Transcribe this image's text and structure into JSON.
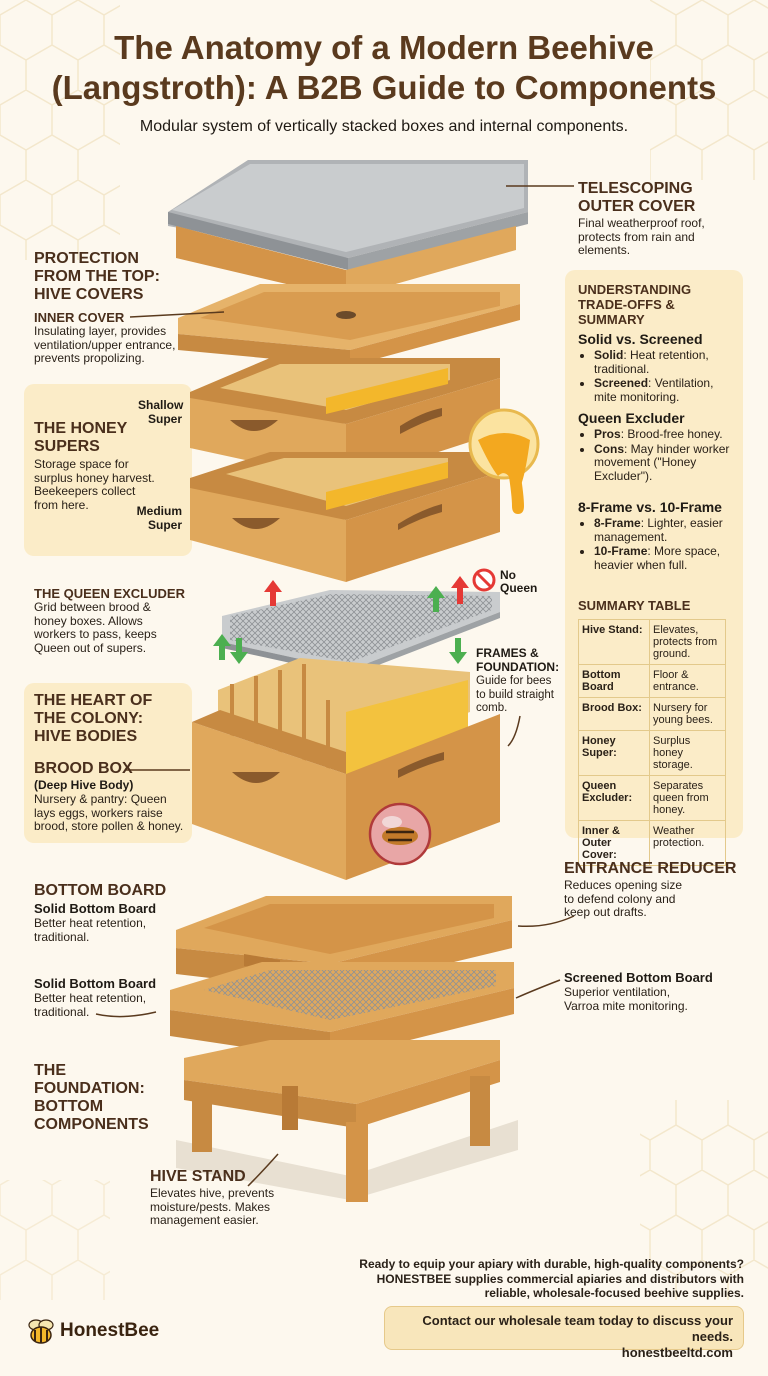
{
  "title": {
    "line1": "The Anatomy of a Modern Beehive",
    "line2": "(Langstroth): A B2B Guide to Components"
  },
  "subtitle": "Modular system of vertically stacked boxes and internal components.",
  "left": {
    "protection": {
      "heading": [
        "PROTECTION",
        "FROM THE TOP:",
        "HIVE COVERS"
      ],
      "inner_cover_title": "INNER COVER",
      "inner_cover_text": [
        "Insulating layer, provides",
        "ventilation/upper entrance,",
        "prevents propolizing."
      ]
    },
    "supers": {
      "heading": [
        "THE HONEY",
        "SUPERS"
      ],
      "text": [
        "Storage space for",
        "surplus honey harvest.",
        "Beekeepers collect",
        "from here."
      ],
      "shallow": [
        "Shallow",
        "Super"
      ],
      "medium": [
        "Medium",
        "Super"
      ]
    },
    "excluder": {
      "heading": "THE QUEEN EXCLUDER",
      "text": [
        "Grid between brood &",
        "honey boxes. Allows",
        "workers to pass, keeps",
        "Queen out of supers."
      ]
    },
    "heart": {
      "heading": [
        "THE HEART OF",
        "THE COLONY:",
        "HIVE BODIES"
      ],
      "brood_title": "BROOD BOX",
      "brood_sub": "(Deep Hive Body)",
      "brood_text": [
        "Nursery & pantry: Queen",
        "lays eggs, workers raise",
        "brood, store pollen & honey."
      ]
    },
    "bottom": {
      "heading": "BOTTOM BOARD",
      "solid1_title": "Solid Bottom Board",
      "solid1_text": [
        "Better heat retention,",
        "traditional."
      ],
      "solid2_title": "Solid Bottom Board",
      "solid2_text": [
        "Better heat retention,",
        "traditional."
      ]
    },
    "foundation": {
      "heading": [
        "THE",
        "FOUNDATION:",
        "BOTTOM",
        "COMPONENTS"
      ]
    },
    "stand": {
      "heading": "HIVE STAND",
      "text": [
        "Elevates hive, prevents",
        "moisture/pests. Makes",
        "management easier."
      ]
    }
  },
  "right": {
    "outer_cover": {
      "heading": [
        "TELESCOPING",
        "OUTER COVER"
      ],
      "text": [
        "Final weatherproof roof,",
        "protects from rain and",
        "elements."
      ]
    },
    "summary": {
      "heading": [
        "UNDERSTANDING",
        "TRADE-OFFS & SUMMARY"
      ],
      "solid_vs_screened": "Solid vs. Screened",
      "sv_items": [
        {
          "k": "Solid",
          "v": ": Heat retention,",
          "v2": "traditional."
        },
        {
          "k": "Screened",
          "v": ": Ventilation,",
          "v2": "mite monitoring."
        }
      ],
      "excluder_title": "Queen Excluder",
      "ex_items": [
        {
          "k": "Pros",
          "v": ": Brood-free honey.",
          "v2": ""
        },
        {
          "k": "Cons",
          "v": ": May hinder worker",
          "v2": "movement (\"Honey",
          "v3": "Excluder\")."
        }
      ],
      "frame_title": "8-Frame vs. 10-Frame",
      "fr_items": [
        {
          "k": "8-Frame",
          "v": ": Lighter, easier",
          "v2": "management."
        },
        {
          "k": "10-Frame",
          "v": ": More space,",
          "v2": "heavier when full."
        }
      ],
      "table_title": "SUMMARY TABLE",
      "table": [
        {
          "k": "Hive Stand:",
          "v": [
            "Elevates,",
            "protects from ground."
          ]
        },
        {
          "k": "Bottom Board",
          "v": [
            "Floor &",
            "entrance."
          ]
        },
        {
          "k": "Brood Box:",
          "v": [
            "Nursery for",
            "young bees."
          ]
        },
        {
          "k": "Honey Super:",
          "v": [
            "Surplus",
            "honey storage."
          ]
        },
        {
          "k": "Queen Excluder:",
          "v": [
            "Separates",
            "queen from",
            "honey."
          ]
        },
        {
          "k": "Inner & Outer Cover:",
          "v": [
            "Weather",
            "protection."
          ]
        }
      ]
    },
    "no_queen": [
      "No",
      "Queen"
    ],
    "frames": {
      "heading": [
        "FRAMES &",
        "FOUNDATION:"
      ],
      "text": [
        "Guide for bees",
        "to build straight",
        "comb."
      ]
    },
    "reducer": {
      "heading": "ENTRANCE REDUCER",
      "text": [
        "Reduces opening size",
        "to defend colony and",
        "keep out drafts."
      ]
    },
    "screened": {
      "title": "Screened Bottom Board",
      "text": [
        "Superior ventilation,",
        "Varroa mite monitoring."
      ]
    }
  },
  "footer": {
    "pitch": [
      "Ready to equip your apiary with durable, high-quality components?",
      "HONESTBEE supplies commercial apiaries and distributors with",
      "reliable, wholesale-focused beehive supplies."
    ],
    "cta": "Contact our wholesale team today to discuss your needs.",
    "url": "honestbeeltd.com",
    "logo": "HonestBee"
  },
  "colors": {
    "wood": "#e0a85c",
    "wood_dark": "#c78a42",
    "wood_side": "#d49448",
    "heading_brown": "#4a2f1c",
    "honey": "#f3b72b",
    "panel": "#fbecc8",
    "arrow_green": "#4caf50",
    "arrow_red": "#e53935"
  }
}
